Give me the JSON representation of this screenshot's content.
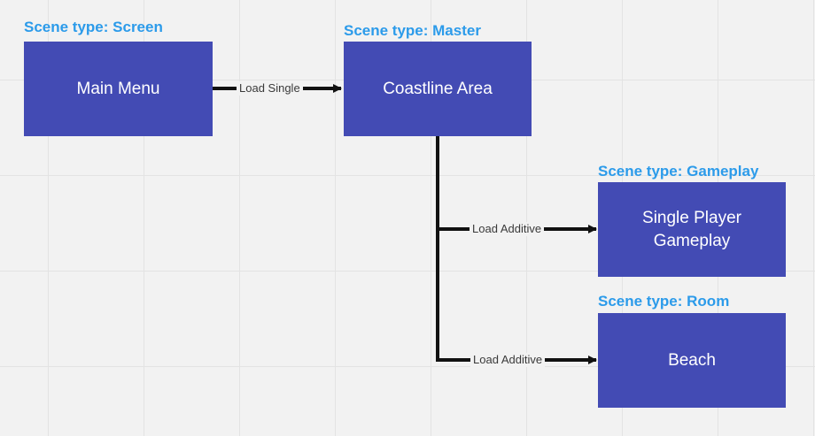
{
  "nodes": {
    "main_menu": {
      "label": "Main Menu",
      "scene_type": "Scene type: Screen"
    },
    "coastline_area": {
      "label": "Coastline Area",
      "scene_type": "Scene type: Master"
    },
    "single_player": {
      "label": "Single Player\nGameplay",
      "scene_type": "Scene type: Gameplay"
    },
    "beach": {
      "label": "Beach",
      "scene_type": "Scene type: Room"
    }
  },
  "edges": [
    {
      "from": "main_menu",
      "to": "coastline_area",
      "label": "Load Single"
    },
    {
      "from": "coastline_area",
      "to": "single_player",
      "label": "Load Additive"
    },
    {
      "from": "coastline_area",
      "to": "beach",
      "label": "Load Additive"
    }
  ],
  "colors": {
    "node_fill": "#434bb4",
    "node_text": "#ffffff",
    "scene_type_text": "#2c9bea",
    "connector": "#111111",
    "background": "#f2f2f2"
  }
}
